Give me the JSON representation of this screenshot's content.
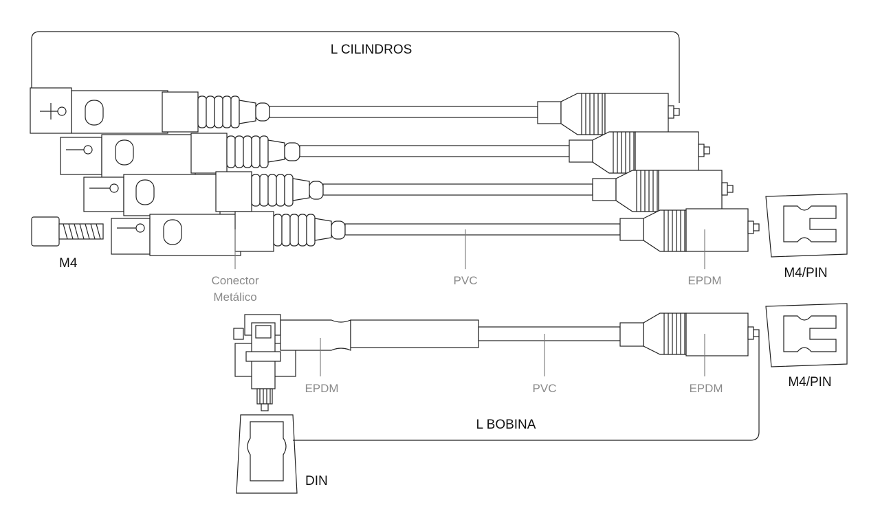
{
  "labels": {
    "l_cilindros": "L  CILINDROS",
    "l_bobina": "L  BOBINA",
    "m4": "M4",
    "m4_pin_top": "M4/PIN",
    "m4_pin_bottom": "M4/PIN",
    "din": "DIN",
    "conector_line1": "Conector",
    "conector_line2": "Metálico",
    "pvc_top": "PVC",
    "epdm_top": "EPDM",
    "epdm_bobina_left": "EPDM",
    "pvc_bobina": "PVC",
    "epdm_bobina_right": "EPDM"
  },
  "colors": {
    "line": "#222222",
    "callout_gray": "#8a8a8a",
    "label_dark": "#111111"
  }
}
